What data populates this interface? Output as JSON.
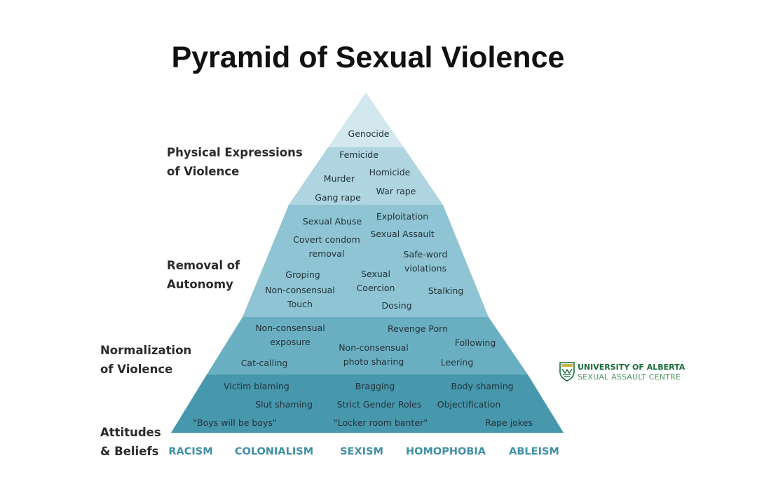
{
  "title": "Pyramid of Sexual Violence",
  "side_labels": {
    "physical": [
      "Physical Expressions",
      "of Violence"
    ],
    "removal": [
      "Removal of",
      "Autonomy"
    ],
    "normalization": [
      "Normalization",
      "of Violence"
    ],
    "attitudes": [
      "Attitudes",
      "& Beliefs"
    ]
  },
  "tiers": {
    "top": {
      "color": "#d2e8ee",
      "items": [
        "Genocide"
      ]
    },
    "physical": {
      "color": "#aed5e0",
      "items": [
        "Femicide",
        "Murder",
        "Homicide",
        "Gang rape",
        "War rape"
      ]
    },
    "removal": {
      "color": "#8ec4d3",
      "items": [
        "Sexual Abuse",
        "Exploitation",
        "Sexual Assault",
        [
          "Covert condom",
          "removal"
        ],
        [
          "Safe-word",
          "violations"
        ],
        "Groping",
        [
          "Sexual",
          "Coercion"
        ],
        "Stalking",
        [
          "Non-consensual",
          "Touch"
        ],
        "Dosing"
      ]
    },
    "normalization": {
      "color": "#6aafc1",
      "items": [
        [
          "Non-consensual",
          "exposure"
        ],
        "Revenge Porn",
        "Following",
        [
          "Non-consensual",
          "photo sharing"
        ],
        "Cat-calling",
        "Leering"
      ]
    },
    "attitudes": {
      "color": "#4797ad",
      "items": [
        "Victim blaming",
        "Bragging",
        "Body shaming",
        "Slut shaming",
        "Strict Gender Roles",
        "Objectification",
        "\"Boys will be boys\"",
        "\"Locker room banter\"",
        "Rape jokes"
      ]
    }
  },
  "base_labels": [
    "RACISM",
    "COLONIALISM",
    "SEXISM",
    "HOMOPHOBIA",
    "ABLEISM"
  ],
  "base_color": "#3f8fa6",
  "logo": {
    "line1": "UNIVERSITY OF ALBERTA",
    "line2": "SEXUAL ASSAULT CENTRE",
    "crest-icon": "shield-crest-icon",
    "color": "#1a6e3a"
  }
}
